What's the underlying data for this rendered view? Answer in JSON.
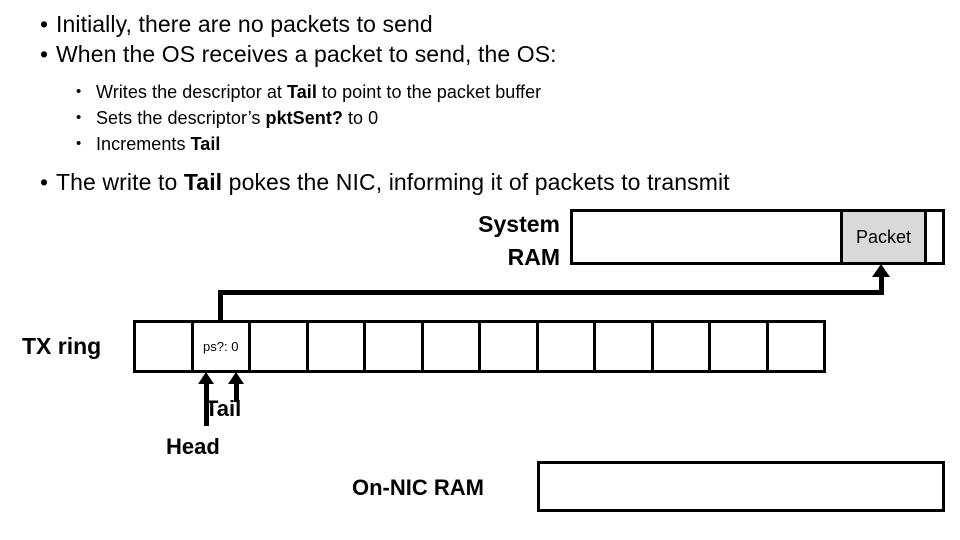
{
  "slide": {
    "bullets": [
      {
        "level": 1,
        "marker": "•",
        "segments": [
          {
            "text": "Initially, there are no packets to send",
            "bold": false
          }
        ]
      },
      {
        "level": 1,
        "marker": "•",
        "segments": [
          {
            "text": "When the OS receives a packet to send, the OS:",
            "bold": false
          }
        ]
      },
      {
        "level": 2,
        "marker": "•",
        "segments": [
          {
            "text": "Writes the descriptor at ",
            "bold": false
          },
          {
            "text": "Tail",
            "bold": true
          },
          {
            "text": " to point to the packet buffer",
            "bold": false
          }
        ]
      },
      {
        "level": 2,
        "marker": "•",
        "segments": [
          {
            "text": "Sets the descriptor’s ",
            "bold": false
          },
          {
            "text": "pktSent?",
            "bold": true
          },
          {
            "text": " to 0",
            "bold": false
          }
        ]
      },
      {
        "level": 2,
        "marker": "•",
        "segments": [
          {
            "text": "Increments ",
            "bold": false
          },
          {
            "text": "Tail",
            "bold": true
          }
        ]
      },
      {
        "level": 1,
        "marker": "•",
        "segments": [
          {
            "text": "The write to ",
            "bold": false
          },
          {
            "text": "Tail",
            "bold": true
          },
          {
            "text": " pokes the NIC, informing it of packets to transmit",
            "bold": false
          }
        ]
      }
    ]
  },
  "diagram": {
    "system_ram": {
      "label_line1": "System",
      "label_line2": "RAM",
      "packet_cell_label": "Packet",
      "packet_cell_fill": "#d9d9d9",
      "free_region_label": "",
      "trailing_cell_label": ""
    },
    "tx_ring": {
      "label": "TX ring",
      "cell_count": 12,
      "cells": [
        {
          "index": 0,
          "text": ""
        },
        {
          "index": 1,
          "text": "ps?: 0"
        },
        {
          "index": 2,
          "text": ""
        },
        {
          "index": 3,
          "text": ""
        },
        {
          "index": 4,
          "text": ""
        },
        {
          "index": 5,
          "text": ""
        },
        {
          "index": 6,
          "text": ""
        },
        {
          "index": 7,
          "text": ""
        },
        {
          "index": 8,
          "text": ""
        },
        {
          "index": 9,
          "text": ""
        },
        {
          "index": 10,
          "text": ""
        },
        {
          "index": 11,
          "text": ""
        }
      ]
    },
    "pointers": {
      "head_label": "Head",
      "tail_label": "Tail"
    },
    "on_nic_ram": {
      "label": "On-NIC RAM",
      "contents": ""
    },
    "colors": {
      "stroke": "#000000",
      "background": "#ffffff",
      "packet_fill": "#d9d9d9"
    }
  }
}
